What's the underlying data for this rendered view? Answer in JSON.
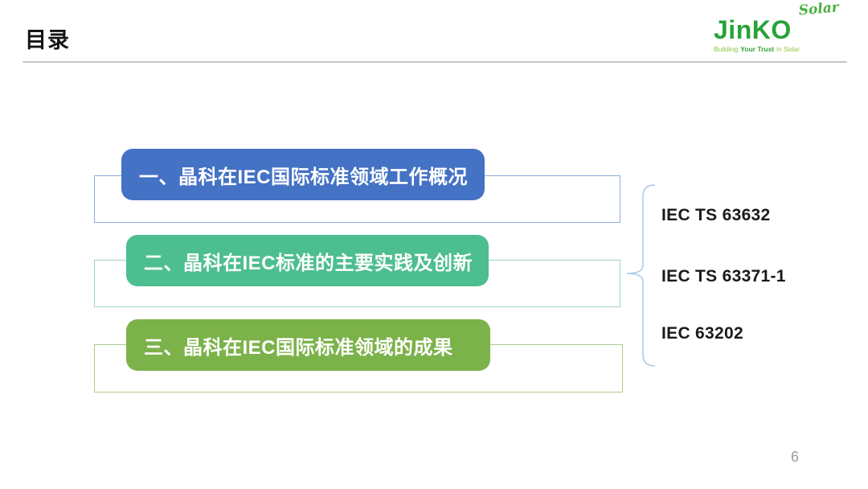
{
  "slide": {
    "title": "目录",
    "page_number": "6"
  },
  "logo": {
    "solar_script": "Solar",
    "brand": "JinKO",
    "tagline_prefix": "Building",
    "tagline_emphasis": "Your Trust",
    "tagline_suffix": "in Solar",
    "brand_color": "#27a339"
  },
  "toc": {
    "items": [
      {
        "label": "一、晶科在IEC国际标准领域工作概况",
        "fill_color": "#4472c4",
        "outline_color": "#8faadc"
      },
      {
        "label": "二、晶科在IEC标准的主要实践及创新",
        "fill_color": "#4dbe8f",
        "outline_color": "#9fd5bd"
      },
      {
        "label": "三、晶科在IEC国际标准领域的成果",
        "fill_color": "#7cb24a",
        "outline_color": "#adc98e"
      }
    ]
  },
  "standards": {
    "brace_color": "#a9c7e8",
    "items": [
      {
        "label": "IEC TS 63632"
      },
      {
        "label": "IEC TS 63371-1"
      },
      {
        "label": "IEC 63202"
      }
    ]
  }
}
